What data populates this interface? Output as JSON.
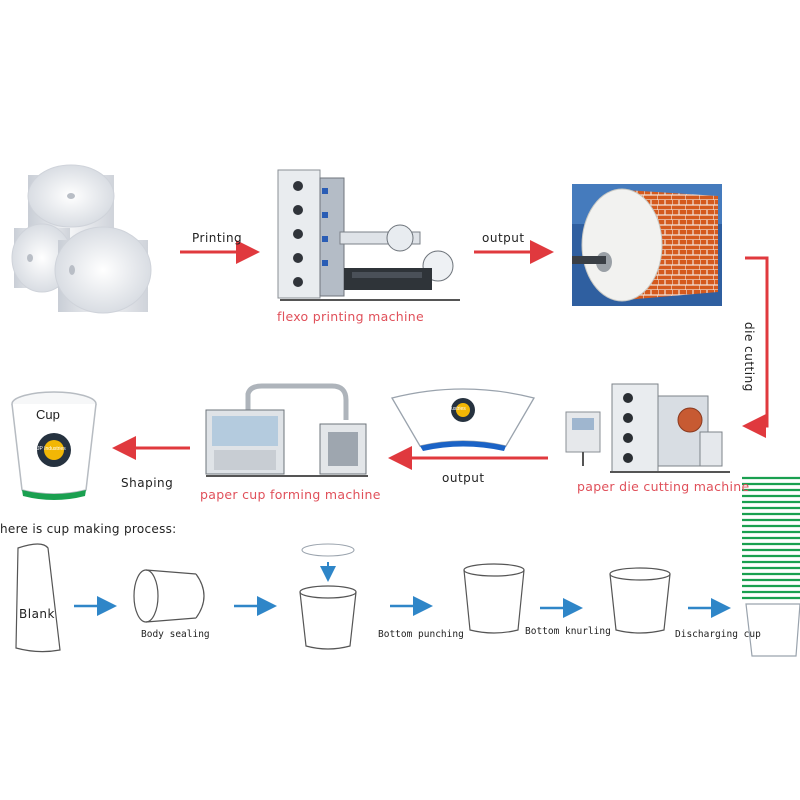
{
  "flow": {
    "printing_label": "Printing",
    "output_top_label": "output",
    "die_cutting_label": "die cutting",
    "output_mid_label": "output",
    "shaping_label": "Shaping"
  },
  "machines": {
    "flexo": "flexo printing machine",
    "die_cutting": "paper die cutting machine",
    "cup_forming": "paper cup forming machine"
  },
  "cup": {
    "text": "Cup",
    "brand": "JP Industries"
  },
  "blank_brand": "JP Industries",
  "process": {
    "heading": "here is cup making process:",
    "steps": [
      "Blank",
      "Body sealing",
      "Bottom punching",
      "Bottom knurling",
      "Discharging cup"
    ]
  },
  "colors": {
    "arrow_red": "#e0393e",
    "arrow_blue": "#2f86c8",
    "label_red": "#e0505a",
    "cup_green": "#1aa050",
    "blank_blue": "#1b63c6"
  }
}
